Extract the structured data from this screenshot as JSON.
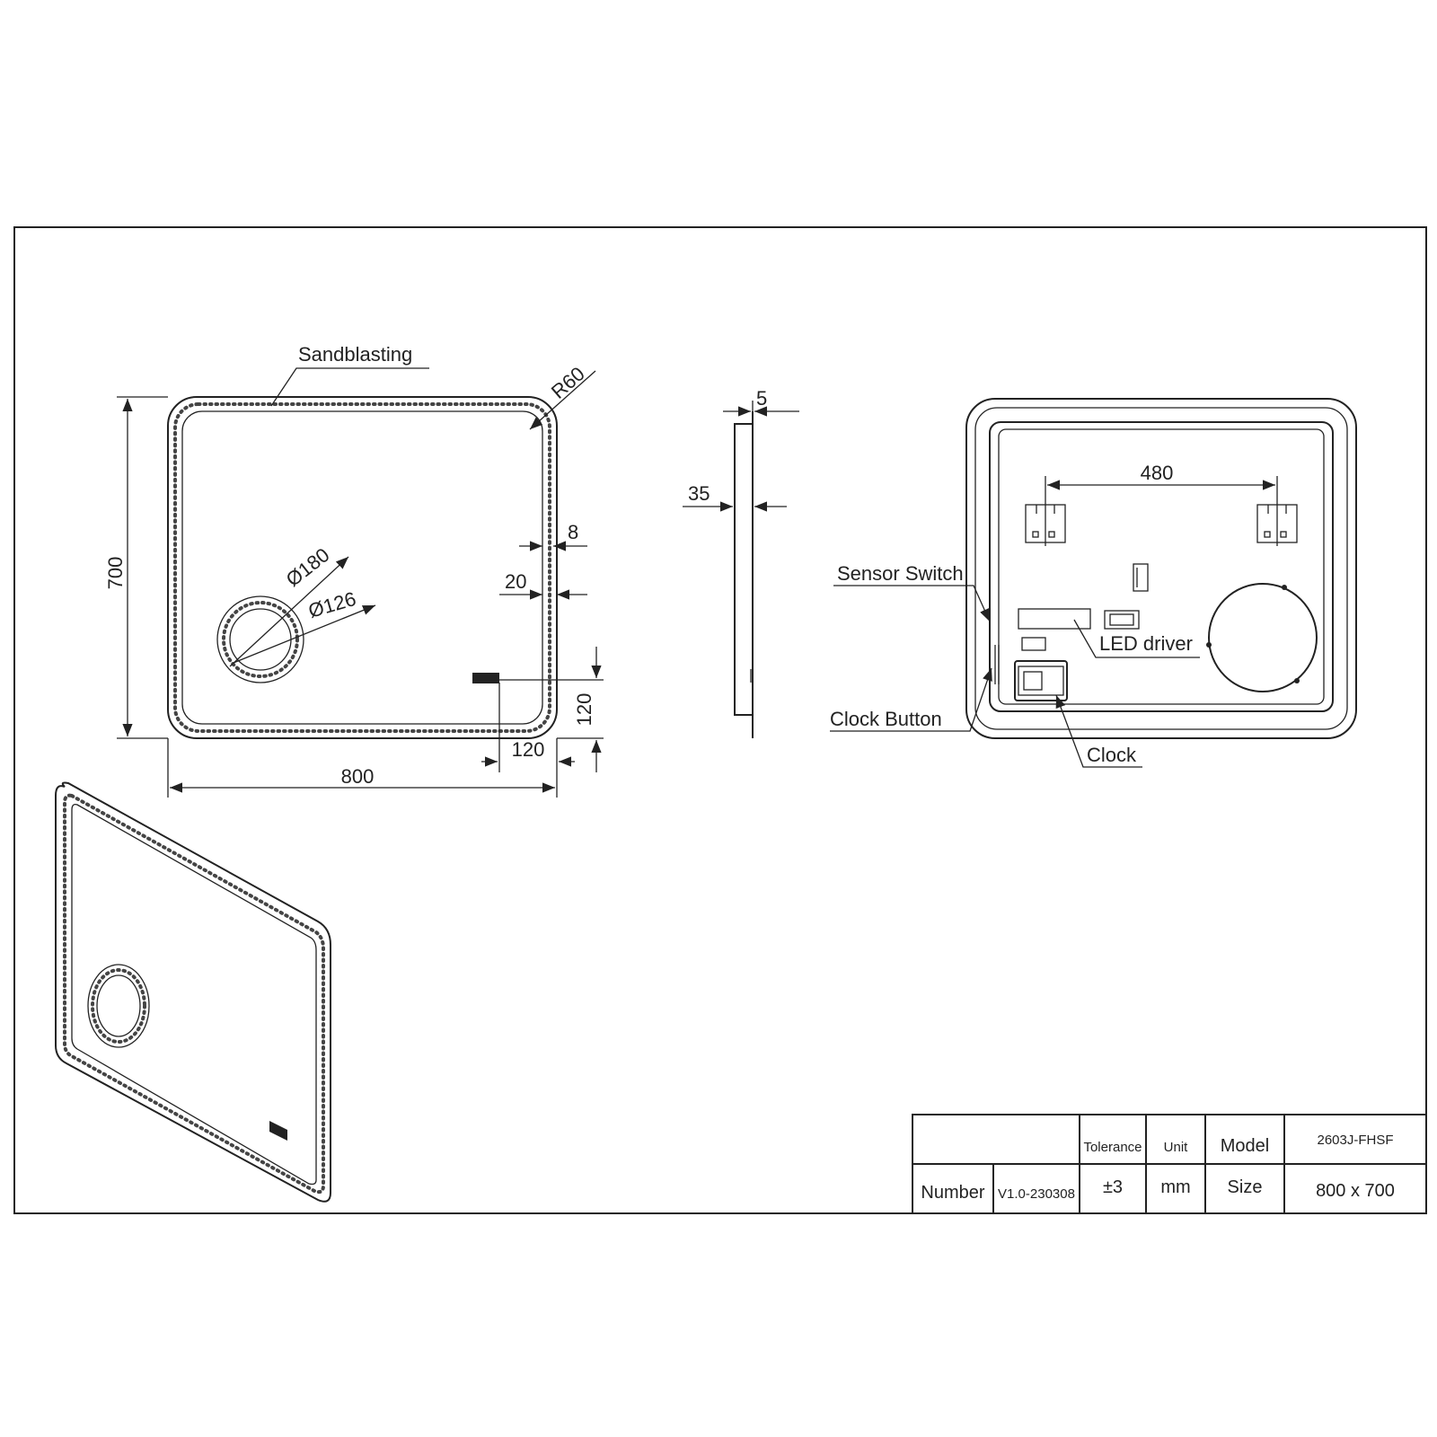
{
  "front_view": {
    "sandblasting_label": "Sandblasting",
    "radius_label": "R60",
    "height_dim": "700",
    "width_dim": "800",
    "outer_diameter_dim": "180",
    "inner_diameter_dim": "126",
    "border_dim": "8",
    "inset_dim": "20",
    "clock_offset_v": "120",
    "clock_offset_h": "120"
  },
  "side_view": {
    "glass_thickness_dim": "5",
    "depth_dim": "35"
  },
  "back_view": {
    "bracket_spacing_dim": "480",
    "sensor_switch_label": "Sensor Switch",
    "led_driver_label": "LED driver",
    "clock_button_label": "Clock Button",
    "clock_label": "Clock"
  },
  "title_block": {
    "tolerance_label": "Tolerance",
    "unit_label": "Unit",
    "model_label": "Model",
    "model_value": "2603J-FHSF",
    "number_label": "Number",
    "number_value": "V1.0-230308",
    "tolerance_value": "±3",
    "unit_value": "mm",
    "size_label": "Size",
    "size_value": "800 x 700"
  },
  "colors": {
    "line": "#222222",
    "background": "#ffffff"
  }
}
